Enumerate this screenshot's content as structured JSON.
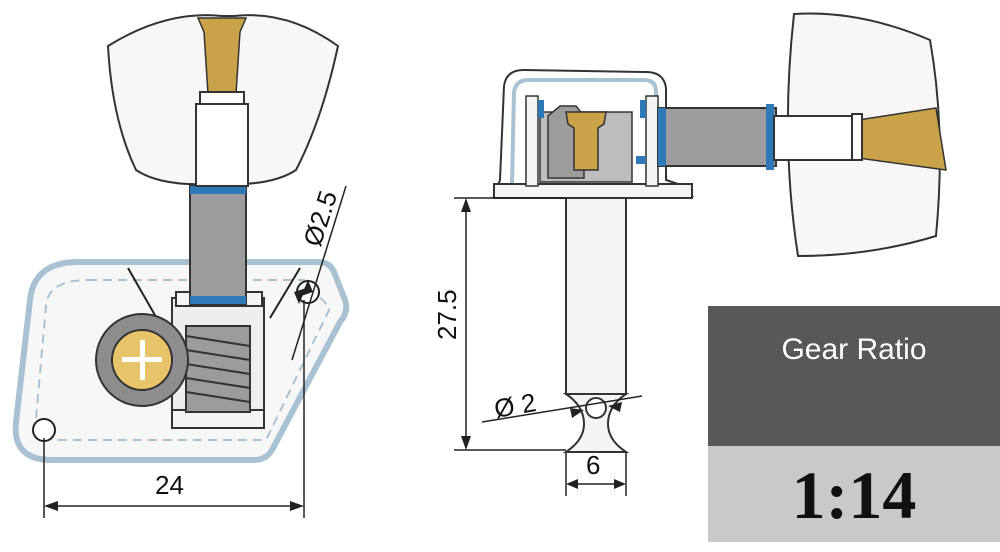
{
  "dimensions": {
    "width_label": "24",
    "hole_diameter_label": "Ø2.5",
    "post_length_label": "27.5",
    "post_hole_label": "Ø 2",
    "post_width_label": "6"
  },
  "gear_ratio": {
    "heading": "Gear Ratio",
    "value": "1:14"
  },
  "colors": {
    "plate_outline": "#a9c2d3",
    "gold": "#c9a24a",
    "blue_washer": "#2f78b8",
    "steel": "#9c9c9c",
    "box_dark": "#595757",
    "box_light": "#c9c9c9"
  }
}
